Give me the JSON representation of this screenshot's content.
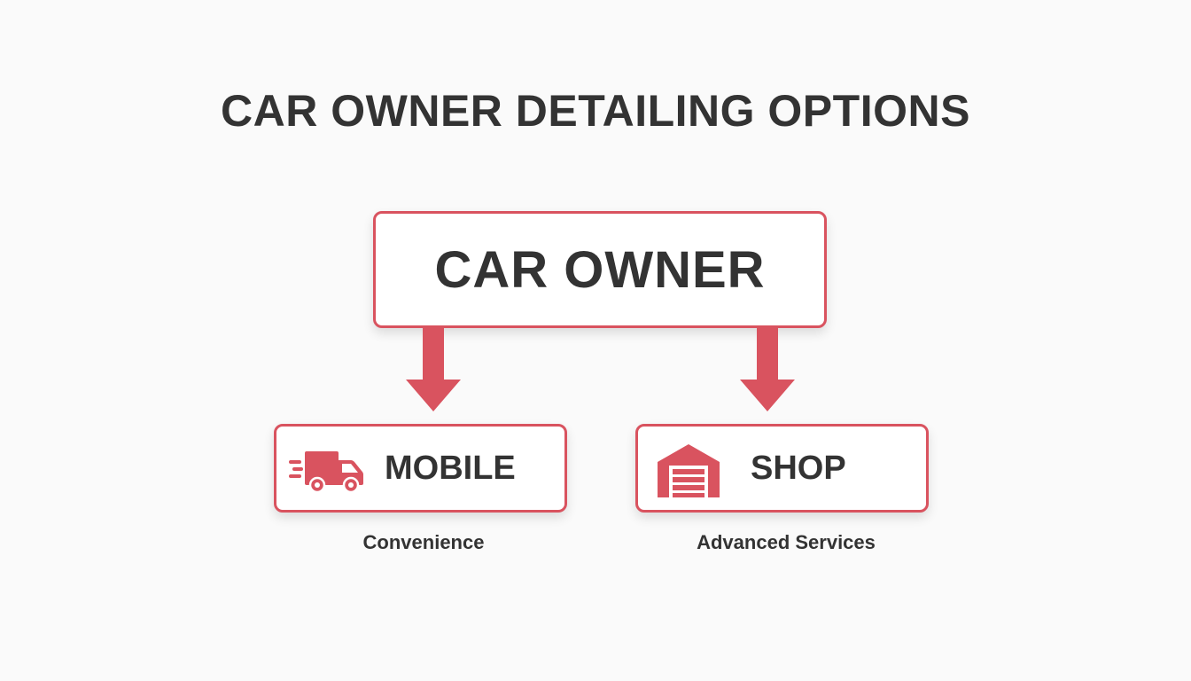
{
  "title": "CAR OWNER DETAILING OPTIONS",
  "root": {
    "label": "CAR OWNER"
  },
  "options": [
    {
      "label": "MOBILE",
      "caption": "Convenience",
      "icon": "delivery-van-icon"
    },
    {
      "label": "SHOP",
      "caption": "Advanced Services",
      "icon": "garage-icon"
    }
  ],
  "colors": {
    "accent": "#d9535f",
    "text": "#333333",
    "background": "#fafafa"
  }
}
